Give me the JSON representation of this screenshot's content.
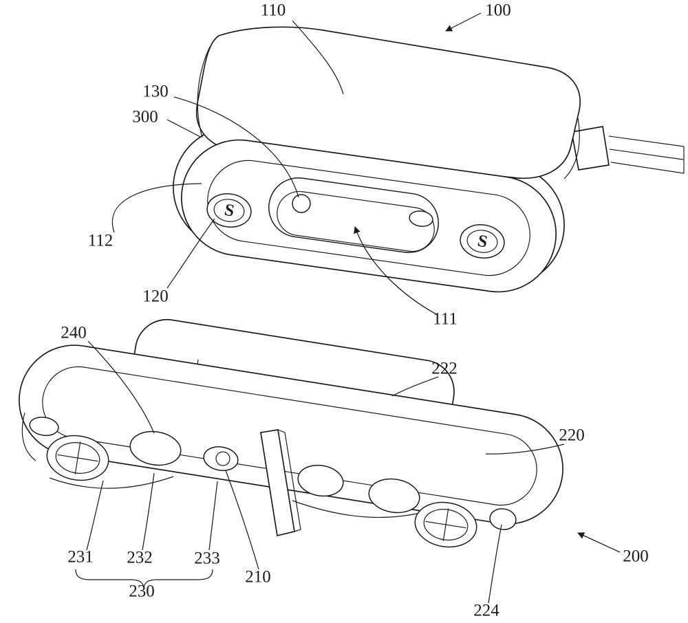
{
  "palette": {
    "ink": "#1b1b1b",
    "background": "#ffffff"
  },
  "figure": {
    "upper_view": {
      "refs": {
        "r100": "100",
        "r110": "110",
        "r111": "111",
        "r112": "112",
        "r120": "120",
        "r130": "130",
        "r300": "300"
      },
      "magnet_marks": {
        "left": "S",
        "right": "S"
      }
    },
    "lower_view": {
      "refs": {
        "r200": "200",
        "r210": "210",
        "r220": "220",
        "r222": "222",
        "r224": "224",
        "r230": "230",
        "r231": "231",
        "r232": "232",
        "r233": "233",
        "r240": "240"
      }
    }
  }
}
